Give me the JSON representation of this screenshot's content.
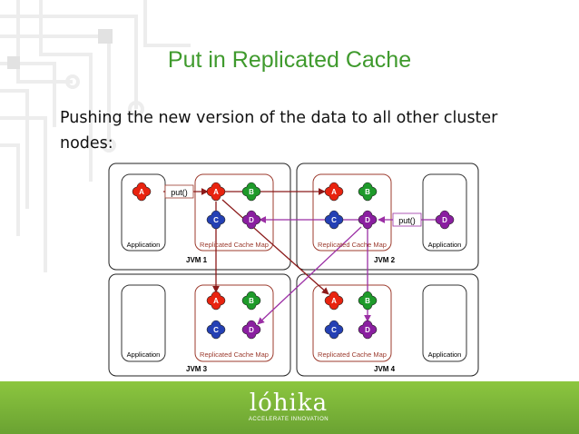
{
  "slide": {
    "title": "Put in Replicated Cache",
    "body": "Pushing the new version of the data to all other cluster nodes:"
  },
  "diagram": {
    "jvm_labels": [
      "JVM 1",
      "JVM 2",
      "JVM 3",
      "JVM 4"
    ],
    "application_label": "Application",
    "cache_map_label": "Replicated Cache Map",
    "put_label": "put()",
    "objects": {
      "a": "A",
      "b": "B",
      "c": "C",
      "d": "D"
    },
    "colors": {
      "a": "#e8230f",
      "b": "#1e9a2a",
      "c": "#2440b4",
      "d": "#8a1fa0",
      "arrow_red": "#8b1a1a",
      "arrow_purple": "#9b2fa5",
      "map_border": "#9c3b2e"
    }
  },
  "footer": {
    "logo_text": "lóhika",
    "tagline": "ACCELERATE INNOVATION"
  }
}
